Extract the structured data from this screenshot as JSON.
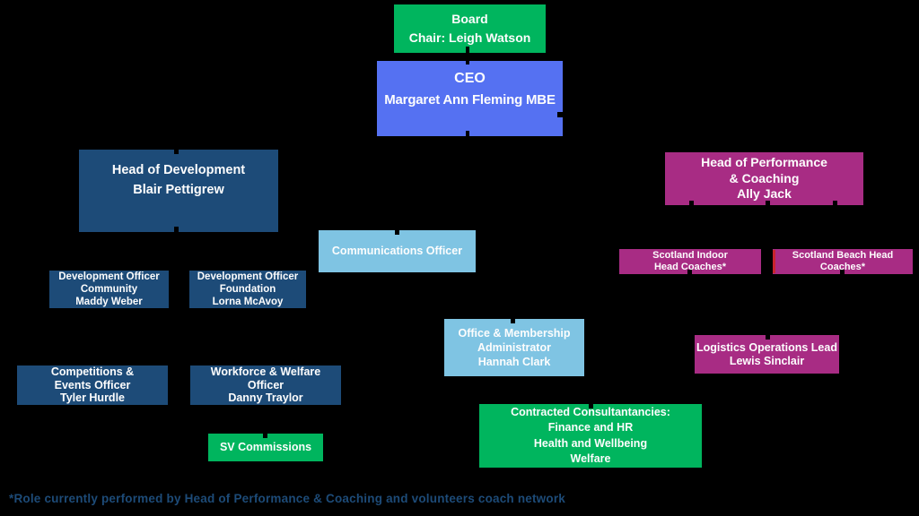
{
  "title": "Organisation chart",
  "palette": {
    "background": "#000000",
    "green": "#00b55e",
    "blue": "#5571f2",
    "navy": "#1d4b78",
    "light_blue": "#7fc4e3",
    "magenta": "#a82c84",
    "red_accent": "#c9242e",
    "text": "#fdfdfd",
    "footnote_text": "#1d4b78"
  },
  "boxes": {
    "board": {
      "color": "green",
      "lines": [
        "Board",
        "Chair: Leigh Watson"
      ]
    },
    "ceo": {
      "color": "blue",
      "lines": [
        "CEO",
        "Margaret Ann Fleming MBE"
      ]
    },
    "head_development": {
      "color": "navy",
      "lines": [
        "Head of Development",
        "Blair Pettigrew"
      ]
    },
    "head_performance": {
      "color": "magenta",
      "lines": [
        "Head of Performance",
        "& Coaching",
        "Ally Jack"
      ]
    },
    "communications": {
      "color": "light_blue",
      "lines": [
        "Communications Officer"
      ]
    },
    "dev_officer_community": {
      "color": "navy",
      "lines": [
        "Development Officer",
        "Community",
        "Maddy Weber"
      ]
    },
    "dev_officer_foundation": {
      "color": "navy",
      "lines": [
        "Development Officer",
        "Foundation",
        "Lorna McAvoy"
      ]
    },
    "competitions_events": {
      "color": "navy",
      "lines": [
        "Competitions &",
        "Events Officer",
        "Tyler Hurdle"
      ]
    },
    "workforce_welfare": {
      "color": "navy",
      "lines": [
        "Workforce & Welfare",
        "Officer",
        "Danny Traylor"
      ]
    },
    "sv_commissions": {
      "color": "green",
      "lines": [
        "SV Commissions"
      ]
    },
    "office_membership": {
      "color": "light_blue",
      "lines": [
        "Office  & Membership",
        "Administrator",
        "Hannah Clark"
      ]
    },
    "scotland_indoor": {
      "color": "magenta",
      "lines": [
        "Scotland Indoor",
        "Head Coaches*"
      ]
    },
    "scotland_beach": {
      "color": "magenta",
      "lines": [
        "Scotland  Beach Head",
        "Coaches*"
      ]
    },
    "logistics": {
      "color": "magenta",
      "lines": [
        "Logistics Operations Lead",
        "Lewis Sinclair"
      ]
    },
    "contracted": {
      "color": "green",
      "lines": [
        "Contracted Consultantancies:",
        "Finance and HR",
        "Health and Wellbeing",
        "Welfare"
      ]
    }
  },
  "footnote": "*Role currently performed by Head of Performance & Coaching and volunteers coach network"
}
